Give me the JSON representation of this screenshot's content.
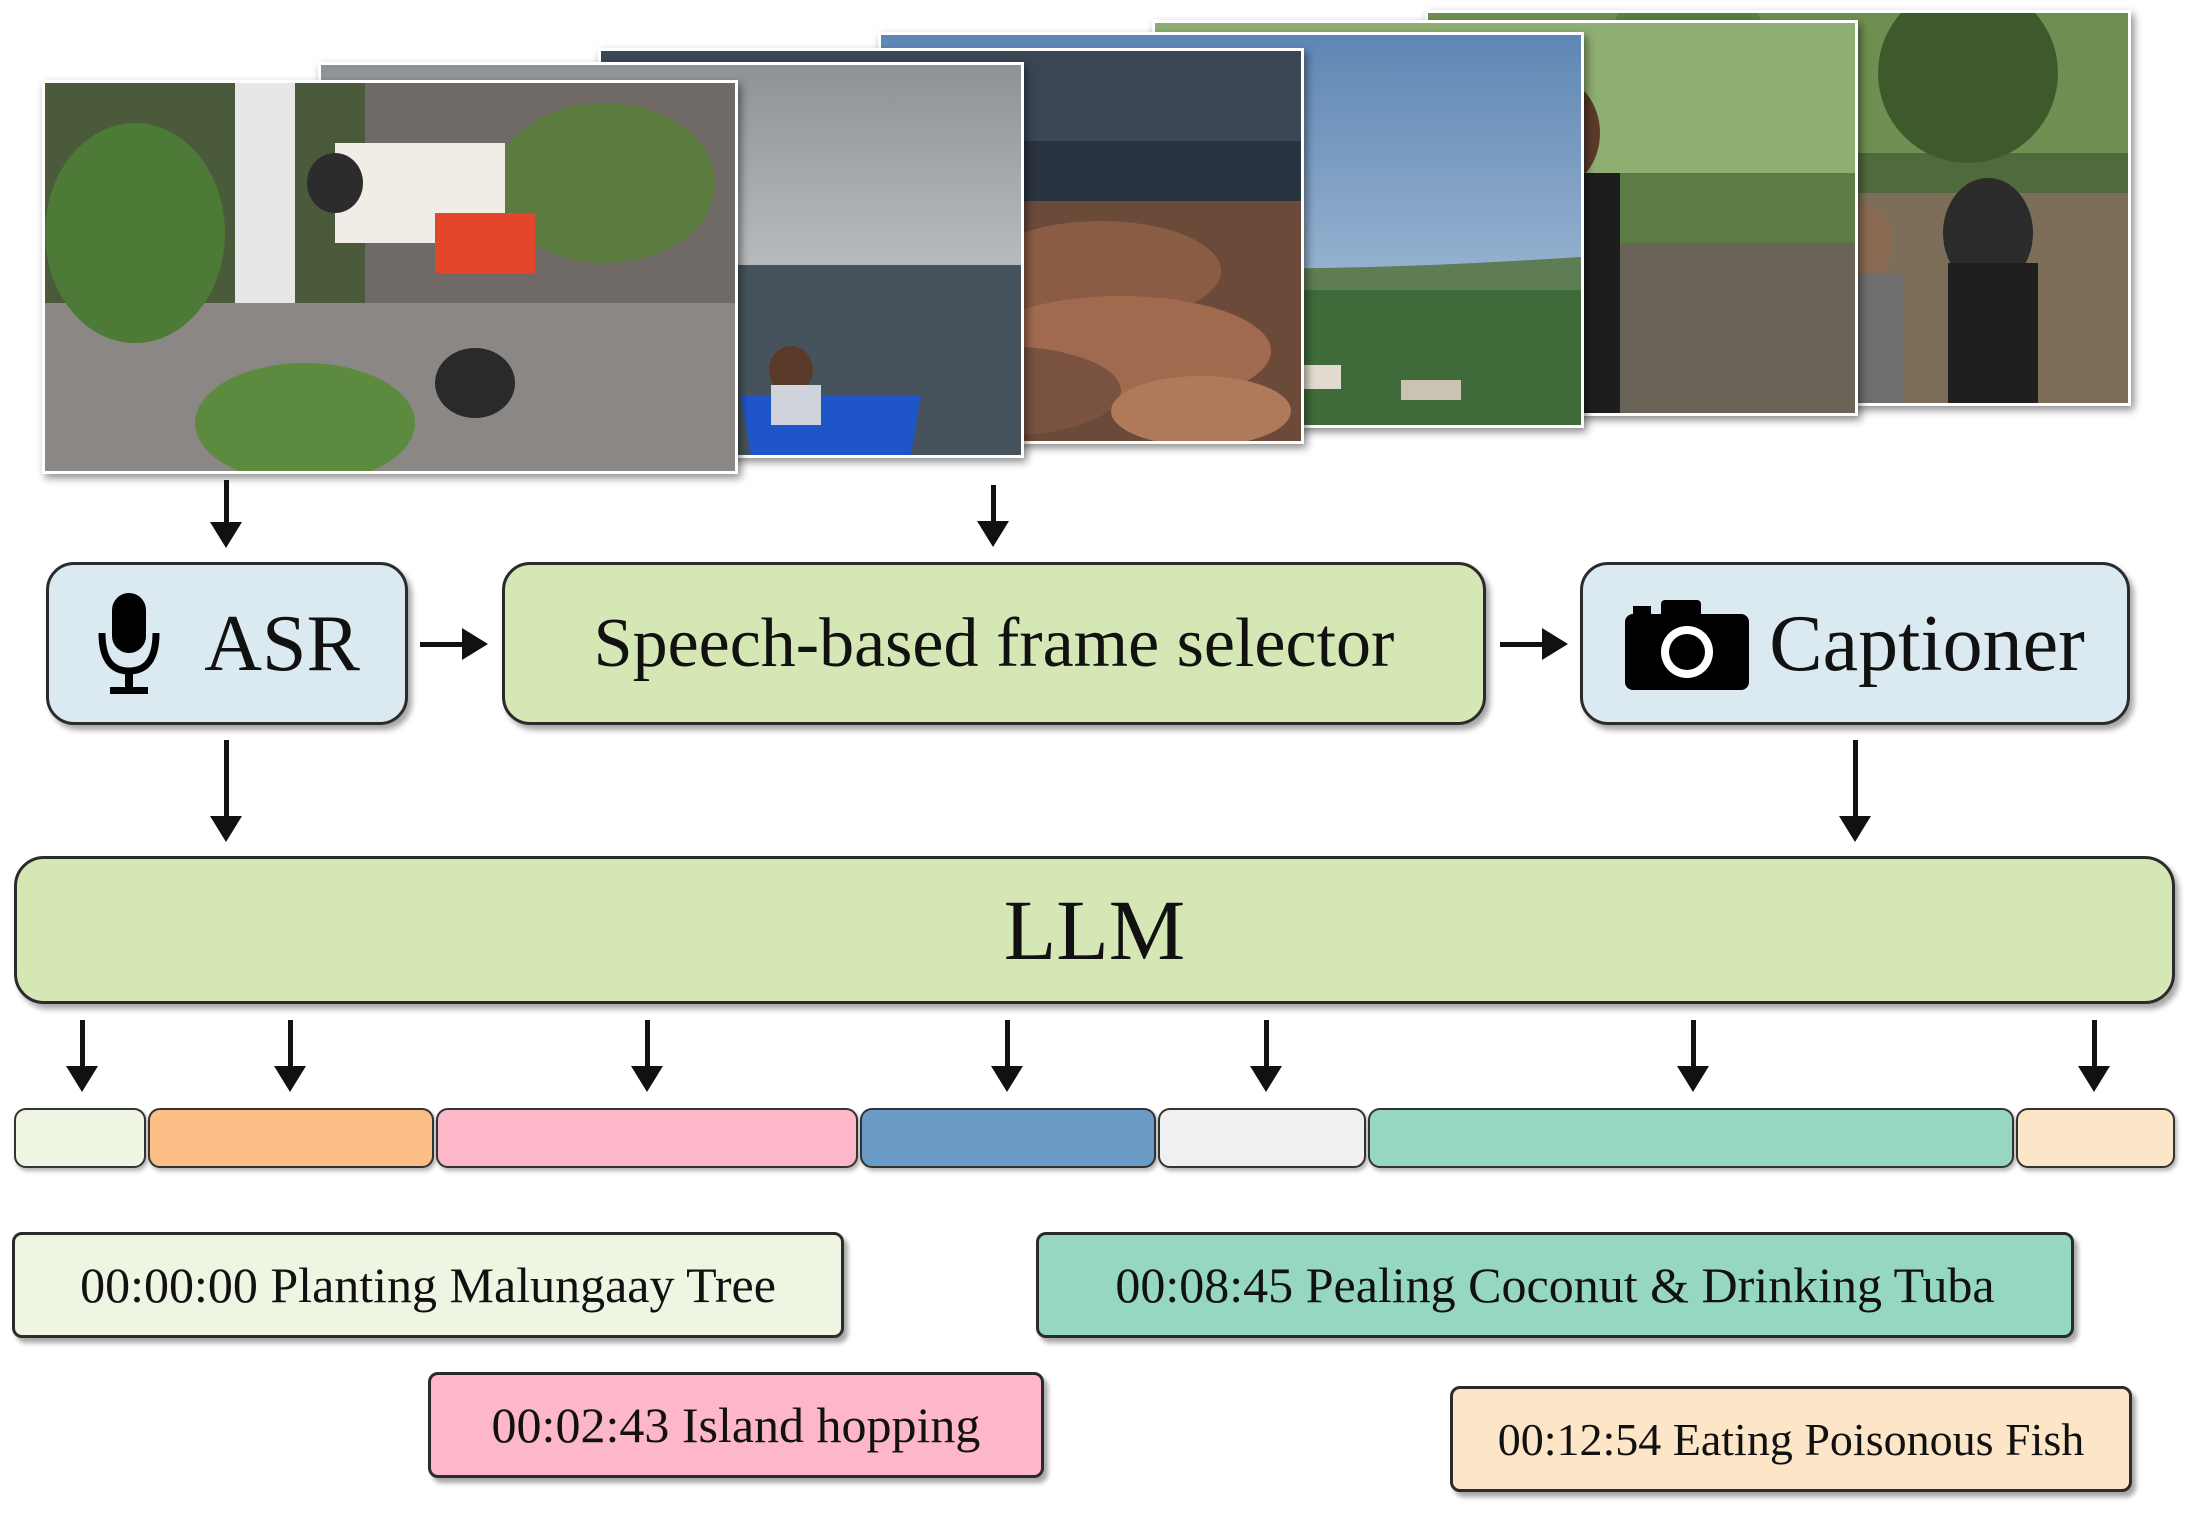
{
  "modules": {
    "asr": {
      "label": "ASR",
      "icon": "microphone-icon"
    },
    "selector": {
      "label": "Speech-based frame selector"
    },
    "captioner": {
      "label": "Captioner",
      "icon": "camera-icon"
    },
    "llm": {
      "label": "LLM"
    }
  },
  "frames": [
    "person planting a tree in a garden",
    "person on a boat at sea",
    "underwater coral reef",
    "aerial view of a town",
    "people standing outdoors",
    "people eating outdoors"
  ],
  "timeline_colors": [
    "#eef5e2",
    "#fbbf85",
    "#fdb7c9",
    "#6a9bc6",
    "#f0f0f0",
    "#96d7c0",
    "#fde6c8"
  ],
  "chapters": [
    {
      "time": "00:00:00",
      "title": "Planting Malungaay Tree",
      "color": "#eef5e2"
    },
    {
      "time": "00:02:43",
      "title": "Island hopping",
      "color": "#fdb7c9"
    },
    {
      "time": "00:08:45",
      "title": "Pealing Coconut & Drinking Tuba",
      "color": "#96d7c0"
    },
    {
      "time": "00:12:54",
      "title": "Eating Poisonous Fish",
      "color": "#fde6c8"
    }
  ]
}
